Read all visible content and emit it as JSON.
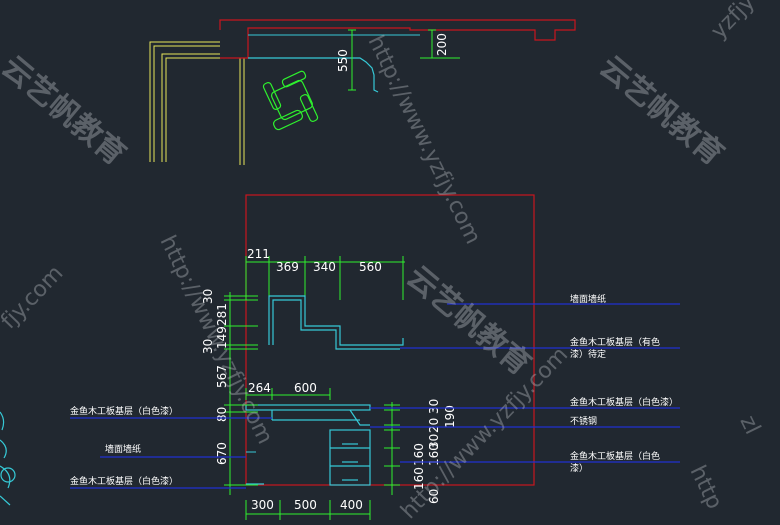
{
  "plan": {
    "dims": {
      "d200": "200",
      "d550": "550"
    }
  },
  "elevation": {
    "top_dims": [
      "211",
      "369",
      "340",
      "560"
    ],
    "mid_dims": [
      "264",
      "600"
    ],
    "bottom_dims": [
      "300",
      "500",
      "400"
    ],
    "left_dims": [
      "30",
      "281",
      "149",
      "30",
      "567",
      "80",
      "670"
    ],
    "right_dims": [
      "30",
      "190",
      "20",
      "30",
      "160",
      "160",
      "160",
      "60"
    ]
  },
  "annotations": {
    "wall_paper_upper": "墙面墙纸",
    "wood_colored_l1": "金鱼木工板基层（有色",
    "wood_colored_l2": "漆）待定",
    "wood_white_right": "金鱼木工板基层（白色漆）",
    "wood_white_left": "金鱼木工板基层（白色漆）",
    "stainless": "不锈钢",
    "wall_paper_left": "墙面墙纸",
    "wood_white_bottom_right_l1": "金鱼木工板基层（白色",
    "wood_white_bottom_right_l2": "漆）",
    "wood_white_bottom_left": "金鱼木工板基层（白色漆）"
  },
  "watermarks": {
    "url": "http://www.yzfjy.com",
    "cn": "云艺帆教育",
    "partial_url_1": "yzfjy",
    "partial_url_2": "fjy.com",
    "partial_url_3": "http",
    "partial_url_4": "zl"
  },
  "colors": {
    "background": "#212830",
    "red": "#c8161e",
    "cyan": "#36c9d6",
    "green": "#2ef02e",
    "yellow": "#e6e65a",
    "blue_leader": "#2030d0",
    "white": "#ffffff"
  }
}
